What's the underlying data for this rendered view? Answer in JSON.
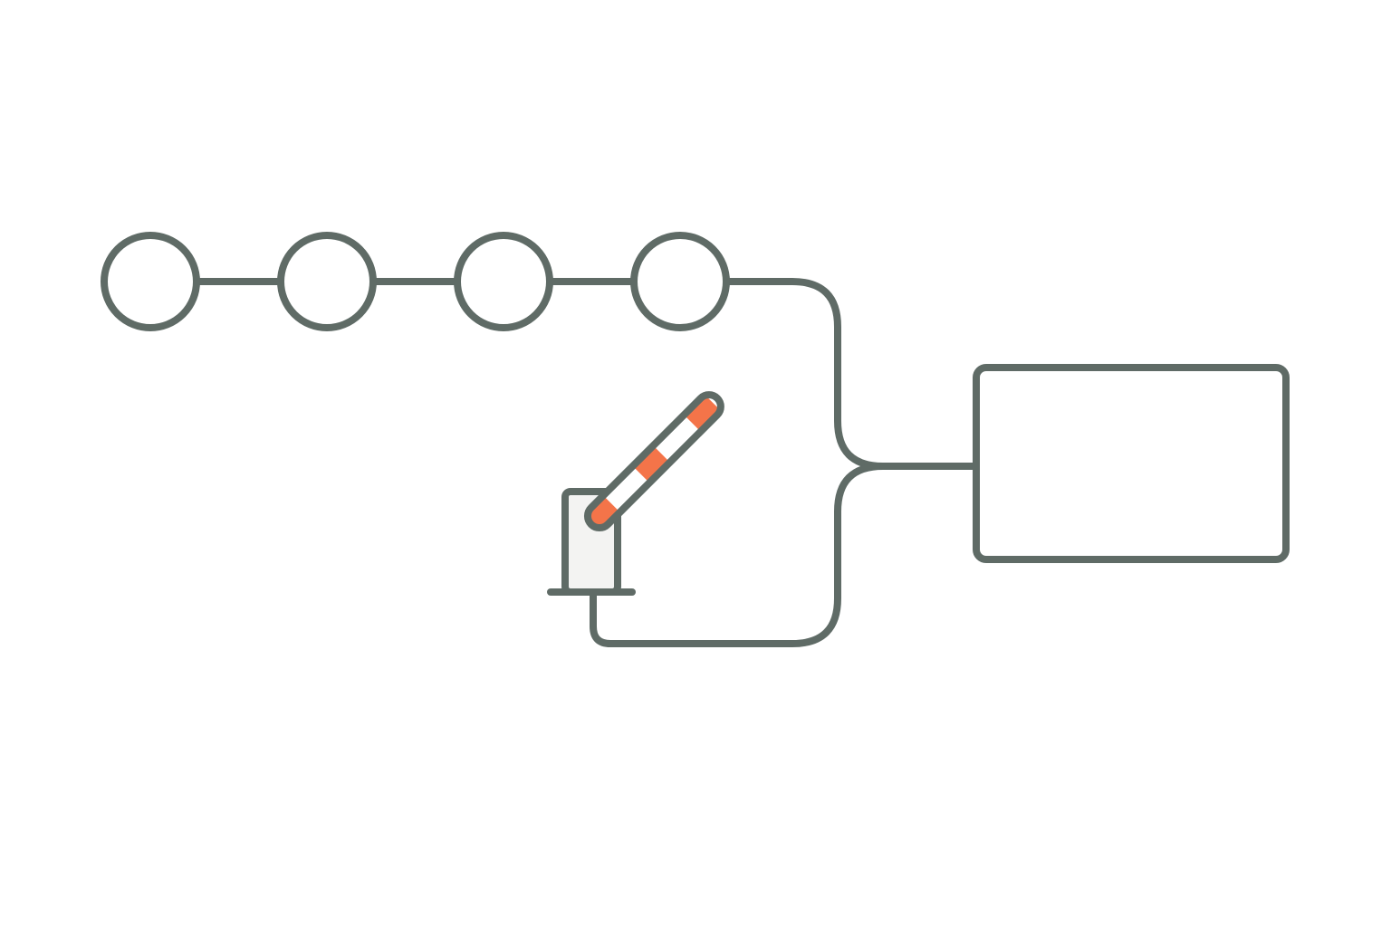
{
  "colors": {
    "background": "#ffffff",
    "stroke": "#5f6b66",
    "barrier_stripe": "#f47449",
    "barrier_body": "#ffffff",
    "post_fill": "#f3f3f2",
    "node_fill": "#ffffff"
  },
  "diagram": {
    "nodes": [
      {
        "id": "node-1"
      },
      {
        "id": "node-2"
      },
      {
        "id": "node-3"
      },
      {
        "id": "node-4"
      }
    ],
    "icons": {
      "barrier": "barrier-gate-icon"
    },
    "target_box": {
      "id": "target-box"
    }
  }
}
